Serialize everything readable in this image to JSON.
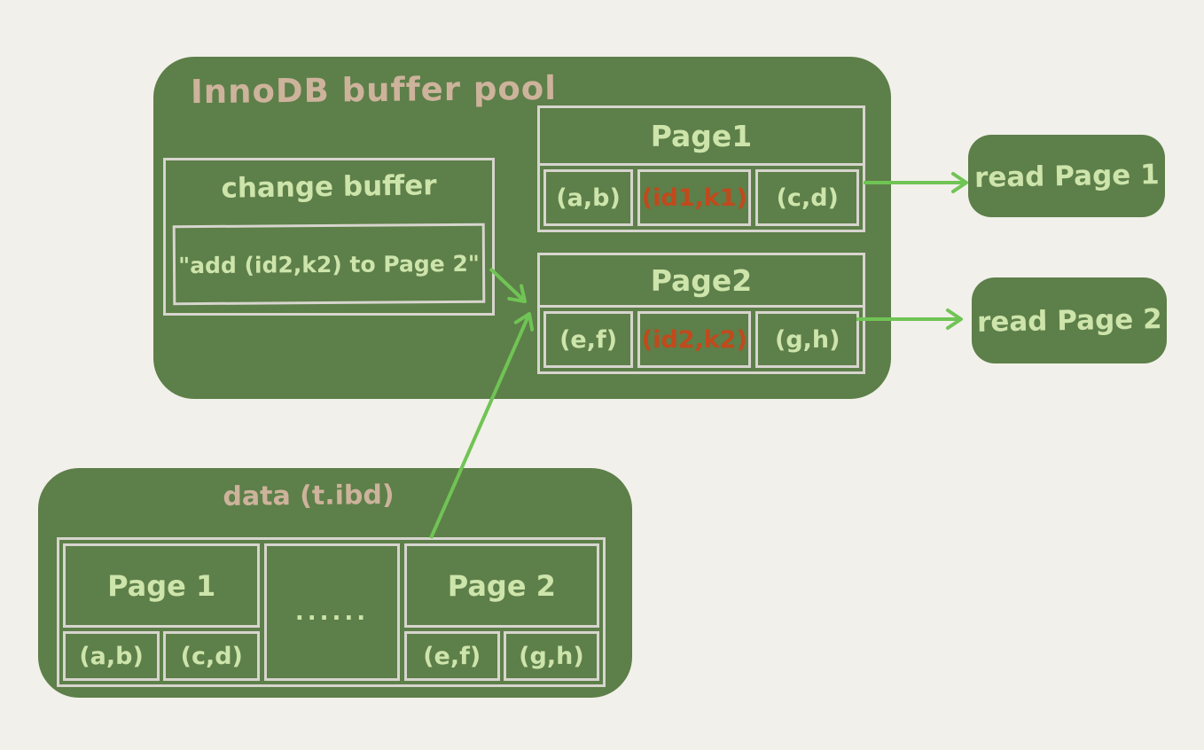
{
  "colors": {
    "background": "#f2f0ea",
    "box_green": "#5d7f49",
    "line": "#d7d5ce",
    "text_green": "#cde4ab",
    "text_tan": "#cdb39b",
    "text_orange": "#c2491c",
    "arrow_green": "#70c455"
  },
  "buffer_pool": {
    "title": "InnoDB buffer pool",
    "change_buffer": {
      "title": "change buffer",
      "entry": "\"add (id2,k2) to Page 2\""
    },
    "page1": {
      "title": "Page1",
      "cells": [
        {
          "text": "(a,b)",
          "highlight": false
        },
        {
          "text": "(id1,k1)",
          "highlight": true
        },
        {
          "text": "(c,d)",
          "highlight": false
        }
      ]
    },
    "page2": {
      "title": "Page2",
      "cells": [
        {
          "text": "(e,f)",
          "highlight": false
        },
        {
          "text": "(id2,k2)",
          "highlight": true
        },
        {
          "text": "(g,h)",
          "highlight": false
        }
      ]
    }
  },
  "reads": [
    {
      "label": "read Page 1"
    },
    {
      "label": "read Page 2"
    }
  ],
  "data_file": {
    "title": "data (t.ibd)",
    "page1": {
      "title": "Page 1",
      "cells": [
        "(a,b)",
        "(c,d)"
      ]
    },
    "ellipsis": "......",
    "page2": {
      "title": "Page 2",
      "cells": [
        "(e,f)",
        "(g,h)"
      ]
    }
  }
}
